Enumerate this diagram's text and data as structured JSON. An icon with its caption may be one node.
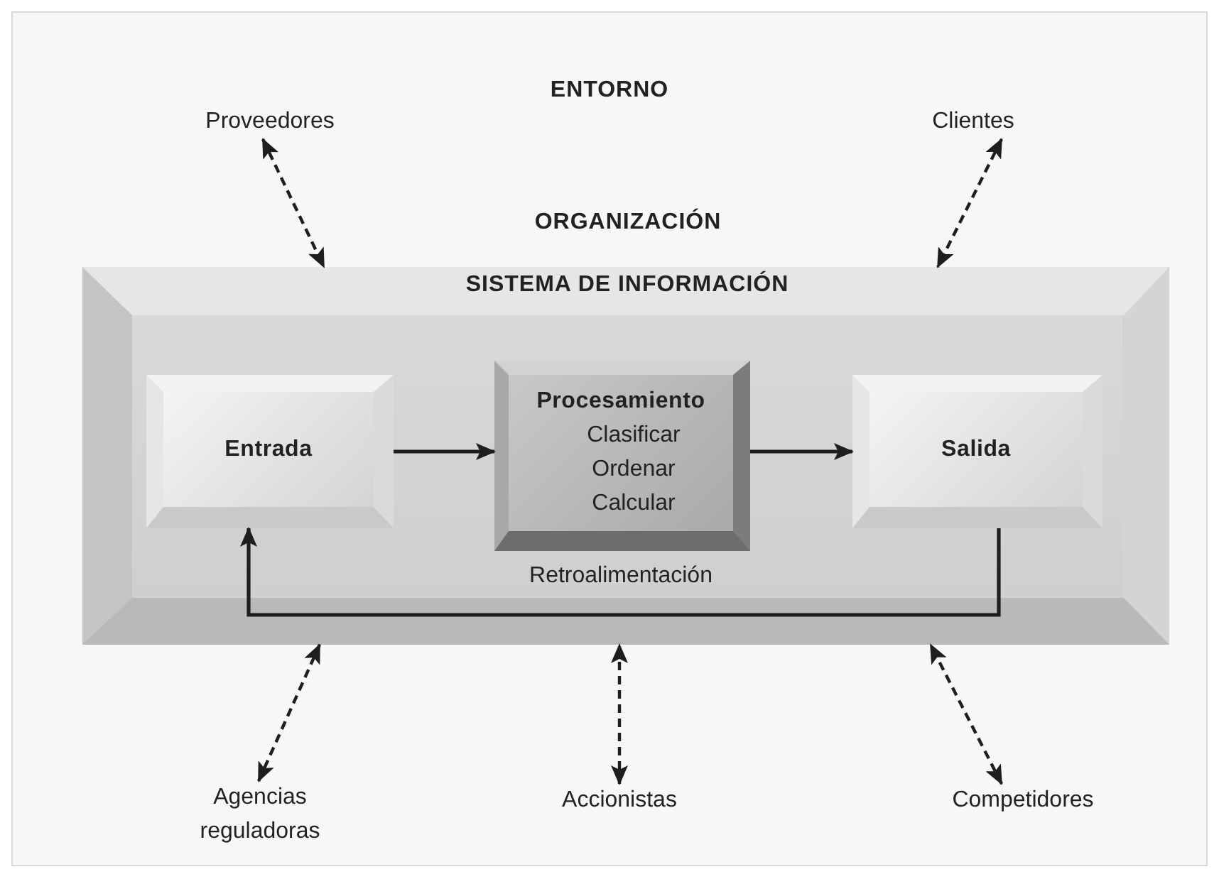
{
  "diagram": {
    "nodes": [
      {
        "text": [
          "ENTORNO"
        ]
      },
      {
        "text": [
          "ORGANIZACIÓN"
        ],
        "in": 0
      },
      {
        "text": [
          "SISTEMA DE INFORMACIÓN"
        ],
        "in": 1
      },
      {
        "text": [
          "Proveedores"
        ],
        "in": 0
      },
      {
        "text": [
          "Clientes"
        ],
        "in": 0
      },
      {
        "text": [
          "Entrada"
        ],
        "in": 2
      },
      {
        "text": [
          "Procesamiento",
          "Clasificar",
          "Ordenar",
          "Calcular"
        ],
        "in": 2
      },
      {
        "text": [
          "Salida"
        ],
        "in": 2
      },
      {
        "text": [
          "Agencias reguladoras"
        ],
        "in": 0
      },
      {
        "text": [
          "Accionistas"
        ],
        "in": 0
      },
      {
        "text": [
          "Competidores"
        ],
        "in": 0
      }
    ],
    "edges": [
      {
        "from": 3,
        "to": 1,
        "arrow": "both",
        "style": "dashed"
      },
      {
        "from": 4,
        "to": 1,
        "arrow": "both",
        "style": "dashed"
      },
      {
        "from": 5,
        "to": 6,
        "arrow": "to"
      },
      {
        "from": 6,
        "to": 7,
        "arrow": "to"
      },
      {
        "from": 7,
        "to": 5,
        "arrow": "to",
        "label": "Retroalimentación"
      },
      {
        "from": 8,
        "to": 1,
        "arrow": "both",
        "style": "dashed"
      },
      {
        "from": 9,
        "to": 1,
        "arrow": "both",
        "style": "dashed"
      },
      {
        "from": 10,
        "to": 1,
        "arrow": "both",
        "style": "dashed"
      }
    ]
  }
}
